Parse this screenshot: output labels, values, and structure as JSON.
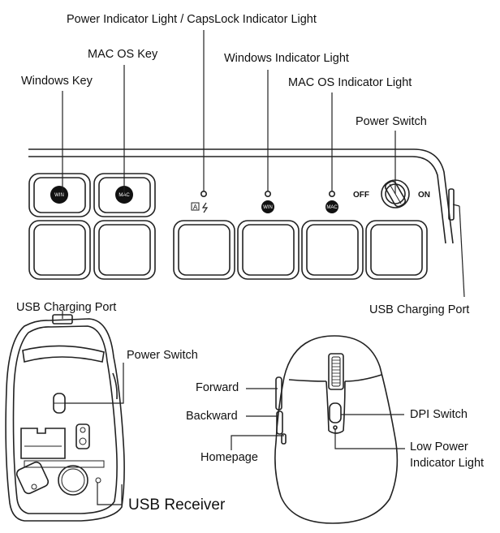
{
  "keyboard": {
    "labels": {
      "power_indicator": "Power Indicator Light / CapsLock Indicator Light",
      "mac_os_key": "MAC OS Key",
      "windows_key": "Windows Key",
      "windows_indicator": "Windows Indicator Light",
      "mac_os_indicator": "MAC OS Indicator Light",
      "power_switch": "Power Switch",
      "usb_charging_port": "USB Charging Port"
    },
    "key_text": {
      "win": "WIN",
      "mac": "MAC"
    },
    "switch_text": {
      "off": "OFF",
      "on": "ON"
    }
  },
  "mouse_bottom": {
    "labels": {
      "usb_charging_port": "USB Charging Port",
      "power_switch": "Power Switch",
      "usb_receiver": "USB Receiver"
    }
  },
  "mouse_top": {
    "labels": {
      "forward": "Forward",
      "backward": "Backward",
      "homepage": "Homepage",
      "dpi_switch": "DPI Switch",
      "low_power_line1": "Low Power",
      "low_power_line2": "Indicator Light"
    }
  }
}
